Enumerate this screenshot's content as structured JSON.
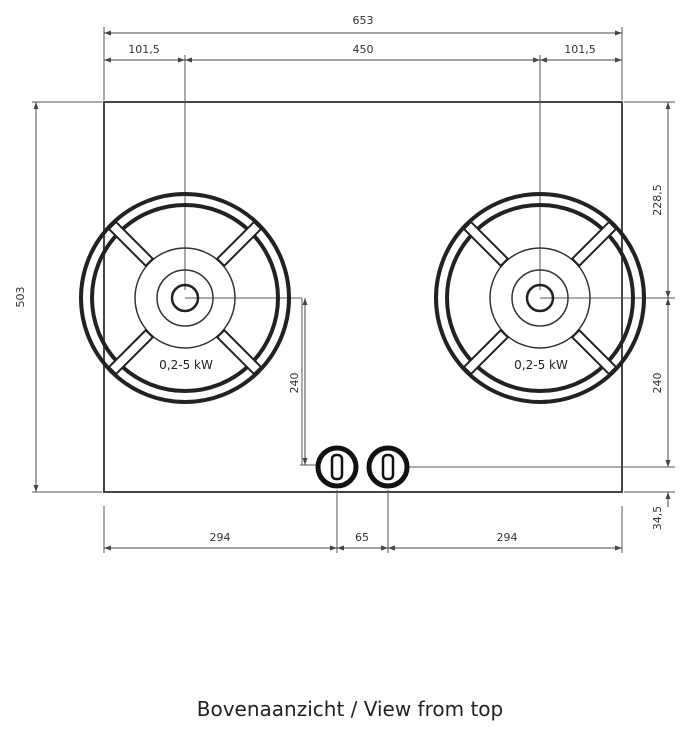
{
  "dimensions": {
    "total_width": "653",
    "left_offset": "101,5",
    "burner_spacing": "450",
    "right_offset": "101,5",
    "total_depth": "503",
    "top_to_burner": "228,5",
    "left_burner_to_knob": "240",
    "right_burner_to_knob": "240",
    "knob_to_edge": "34,5",
    "left_to_knob": "294",
    "knob_spacing": "65",
    "right_to_knob": "294"
  },
  "burners": [
    {
      "power": "0,2-5 kW"
    },
    {
      "power": "0,2-5 kW"
    }
  ],
  "caption": "Bovenaanzicht / View from top",
  "colors": {
    "line": "#444444",
    "ink": "#222222",
    "background": "#ffffff"
  }
}
